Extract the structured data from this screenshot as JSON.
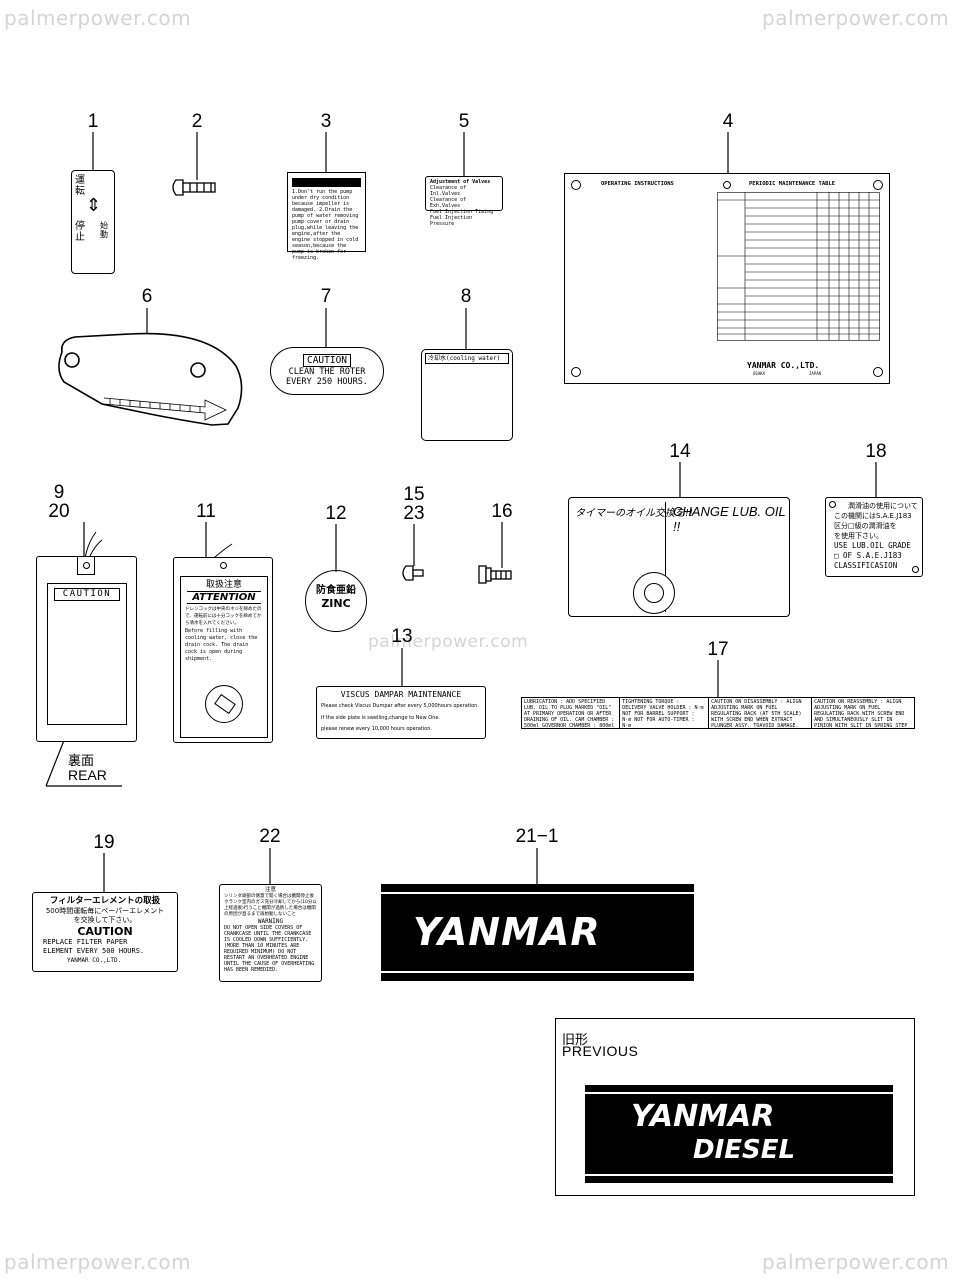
{
  "watermarks": {
    "top_left": "palmerpower.com",
    "top_right": "palmerpower.com",
    "center": "palmerpower.com",
    "bottom_left": "palmerpower.com",
    "bottom_right": "palmerpower.com"
  },
  "callouts": {
    "n1": "1",
    "n2": "2",
    "n3": "3",
    "n4": "4",
    "n5": "5",
    "n6": "6",
    "n7": "7",
    "n8": "8",
    "n9": "9",
    "n20": "20",
    "n11": "11",
    "n12": "12",
    "n15": "15",
    "n23": "23",
    "n16": "16",
    "n14": "14",
    "n18": "18",
    "n13": "13",
    "n17": "17",
    "n19": "19",
    "n22": "22",
    "n21_1": "21−1",
    "n21": "21"
  },
  "part1": {
    "jp1": "運転",
    "arrow": "⇕",
    "jp2": "停止",
    "jp3": "始動"
  },
  "part3": {
    "text": "1.Don't run the pump under dry condition because impeller is damaged. 2.Drain the pump of water removing pump cover or drain plug,while leaving the engine,after the engine stopped in cold season,because the pump is broken for freezing."
  },
  "part5": {
    "title": "Adjustment of Valves",
    "rows": [
      "Clearance of Inl.Valves",
      "Clearance of Exh.Valves",
      "Fuel Injection Timing",
      "Fuel Injection Pressure"
    ]
  },
  "part4": {
    "left_title": "OPERATING INSTRUCTIONS",
    "right_title": "PERIODIC MAINTENANCE TABLE",
    "company": "YANMAR CO.,LTD.",
    "city": "OSAKA",
    "country": "JAPAN"
  },
  "part7": {
    "title": "CAUTION",
    "line1": "CLEAN THE ROTER",
    "line2": "EVERY 250 HOURS."
  },
  "part8": {
    "text": "冷却水(cooling water)"
  },
  "part9": {
    "label": "CAUTION",
    "rear_jp": "裏面",
    "rear_en": "REAR"
  },
  "part11": {
    "jp_title": "取扱注意",
    "title": "ATTENTION",
    "jp_text": "ドレンコックは中央のネジを締めたので、運転前には十分コックを締めてから清水を入れてください。",
    "en_text": "Before filling with cooling water, close the drain cock. The drain cock is open during shipment."
  },
  "part12": {
    "jp": "防食亜鉛",
    "en": "ZINC"
  },
  "part14": {
    "jp": "タイマーのオイル交換を!!",
    "en": "CHANGE LUB. OIL !!"
  },
  "part18": {
    "lines": [
      "潤滑油の使用について",
      "この機関にはS.A.E.J183",
      "区分□級の潤滑油を",
      "を使用下さい。",
      "USE LUB.OIL GRADE",
      "□ OF S.A.E.J183",
      "CLASSIFICASION"
    ]
  },
  "part13": {
    "title": "VISCUS DAMPAR MAINTENANCE",
    "lines": [
      "Please check Viscus Dumpar after every 5,000hours operation.",
      "If the side plate is swelling,change to New One.",
      "please renew every 10,000 hours operation."
    ]
  },
  "part17": {
    "c1": "LUBRICATION : ADD SPECIFIED LUB. OIL TO PLUG MARKED \"OIL\" AT PRIMARY OPERATION OR AFTER DRAINING OF OIL. CAM CHAMBER : 500ml GOVERNOR CHAMBER : 800ml",
    "c2": "TIGHTENING TORQUE : DELIVERY VALVE HOLDER : N·m NOT FOR BARREL SUPPORT : N·m NOT FOR AUTO-TIMER : N·m",
    "c3": "CAUTION ON DISASSEMBLY : ALIGN ADJUSTING MARK ON FUEL REGULATING RACK (AT 5TH SCALE) WITH SCREW END WHEN EXTRACT PLUNGER ASSY. TOAVOID DAMAGE.",
    "c4": "CAUTION ON REASSEMBLY : ALIGN ADJUSTING MARK ON FUEL REGULATING RACK WITH SCREW END AND SIMULTANEOUSLY SLIT IN PINION WITH SLIT IN SPRING STEP WHEN ASSEMBLING PLUNGER ASSY."
  },
  "part19": {
    "jp_title": "フィルターエレメントの取扱",
    "jp_text": "500時間運転毎にペーパーエレメントを交換して下さい。",
    "title": "CAUTION",
    "line1": "REPLACE FILTER PAPER",
    "line2": "ELEMENT EVERY 500 HOURS.",
    "company": "YANMAR CO.,LTD."
  },
  "part22": {
    "jp_title": "注意",
    "jp_text": "シリンダ頭部の側蓋で開く場合は機関停止後クランク室内のガス充分冷却してから(10分以上経過後)行うこと機関が過熱した場合は機関の原因が直るまで再始動しないこと",
    "title": "WARNING",
    "en_text": "DO NOT OPEN SIDE COVERS OF CRANKCASE UNTIL THE CRANKCASE IS COOLED DOWN SUFFICIENTLY.(MORE THAN 10 MINUTES ARE REQUIRED MINIMUM) DO NOT RESTART AN OVERHEATED ENGINE UNTIL THE CAUSE OF OVERHEATING HAS BEEN REMEDIED."
  },
  "banner21_1": {
    "text": "YANMAR"
  },
  "previous": {
    "jp": "旧形",
    "en": "PREVIOUS",
    "line1": "YANMAR",
    "line2": "DIESEL"
  }
}
